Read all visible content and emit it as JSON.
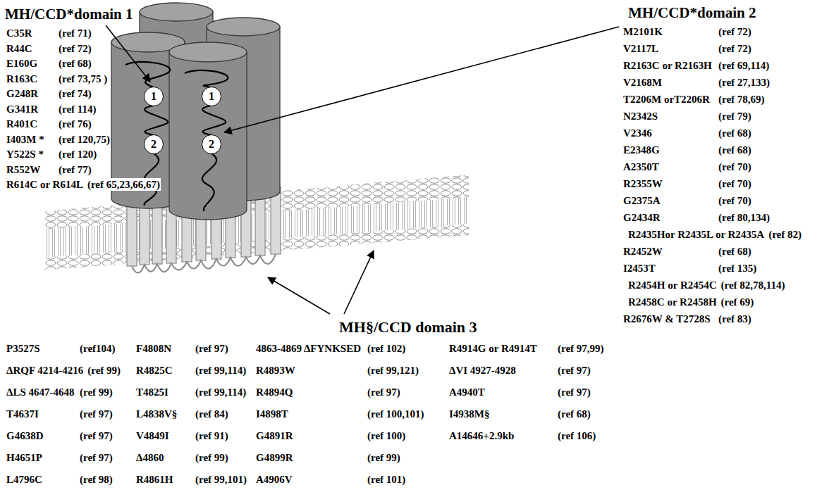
{
  "diagram": {
    "nodes": [
      {
        "text": [
          "1"
        ]
      },
      {
        "text": [
          "1"
        ]
      },
      {
        "text": [
          "2"
        ]
      },
      {
        "text": [
          "2"
        ]
      }
    ],
    "labels": [
      "MH/CCD*domain 1",
      "C35R",
      "(ref 71)",
      "R44C",
      "(ref 72)",
      "E160G",
      "(ref 68)",
      "R163C",
      "(ref 73,75 )",
      "G248R",
      "(ref 74)",
      "G341R",
      "(ref 114)",
      "R401C",
      "(ref 76)",
      "I403M *",
      "(ref 120,75)",
      "Y522S *",
      "(ref 120)",
      "R552W",
      "(ref 77)",
      "R614C or R614L",
      "(ref 65,23,66,67)",
      "MH/CCD*domain 2",
      "M2101K",
      "(ref 72)",
      "V2117L",
      "(ref 72)",
      "R2163C or R2163H",
      "(ref 69,114)",
      "V2168M",
      "(ref 27,133)",
      "T2206M orT2206R",
      "(ref 78,69)",
      "N2342S",
      "(ref 79)",
      "V2346",
      "(ref 68)",
      "E2348G",
      "(ref 68)",
      "A2350T",
      "(ref 70)",
      "R2355W",
      "(ref 70)",
      "G2375A",
      "(ref 70)",
      "G2434R",
      "(ref 80,134)",
      "R2435Hor R2435L or R2435A",
      "(ref 82)",
      "R2452W",
      "(ref 68)",
      "I2453T",
      "(ref 135)",
      "R2454H or R2454C",
      "(ref 82,78,114)",
      "R2458C or R2458H",
      "(ref 69)",
      "R2676W & T2728S",
      "(ref 83)",
      "MH§/CCD domain 3",
      "P3527S",
      "(ref104)",
      "F4808N",
      "(ref 97)",
      "4863-4869 ΔFYNKSED",
      "(ref 102)",
      "R4914G or R4914T",
      "(ref 97,99)",
      "ΔRQF 4214-4216",
      "(ref 99)",
      "R4825C",
      "(ref 99,114)",
      "R4893W",
      "(ref 99,121)",
      "ΔVI 4927-4928",
      "(ref 97)",
      "ΔLS 4647-4648",
      "(ref 99)",
      "T4825I",
      "(ref 99,114)",
      "R4894Q",
      "(ref 97)",
      "A4940T",
      "(ref 97)",
      "T4637I",
      "(ref 97)",
      "L4838V§",
      "(ref 84)",
      "I4898T",
      "(ref 100,101)",
      "I4938M§",
      "(ref 68)",
      "G4638D",
      "(ref 97)",
      "V4849I",
      "(ref 91)",
      "G4891R",
      "(ref 100)",
      "A14646+2.9kb",
      "(ref 106)",
      "H4651P",
      "(ref 97)",
      "Δ4860",
      "(ref 99)",
      "G4899R",
      "(ref 99)",
      "L4796C",
      "(ref 98)",
      "R4861H",
      "(ref 99,101)",
      "A4906V",
      "(ref 101)"
    ]
  }
}
